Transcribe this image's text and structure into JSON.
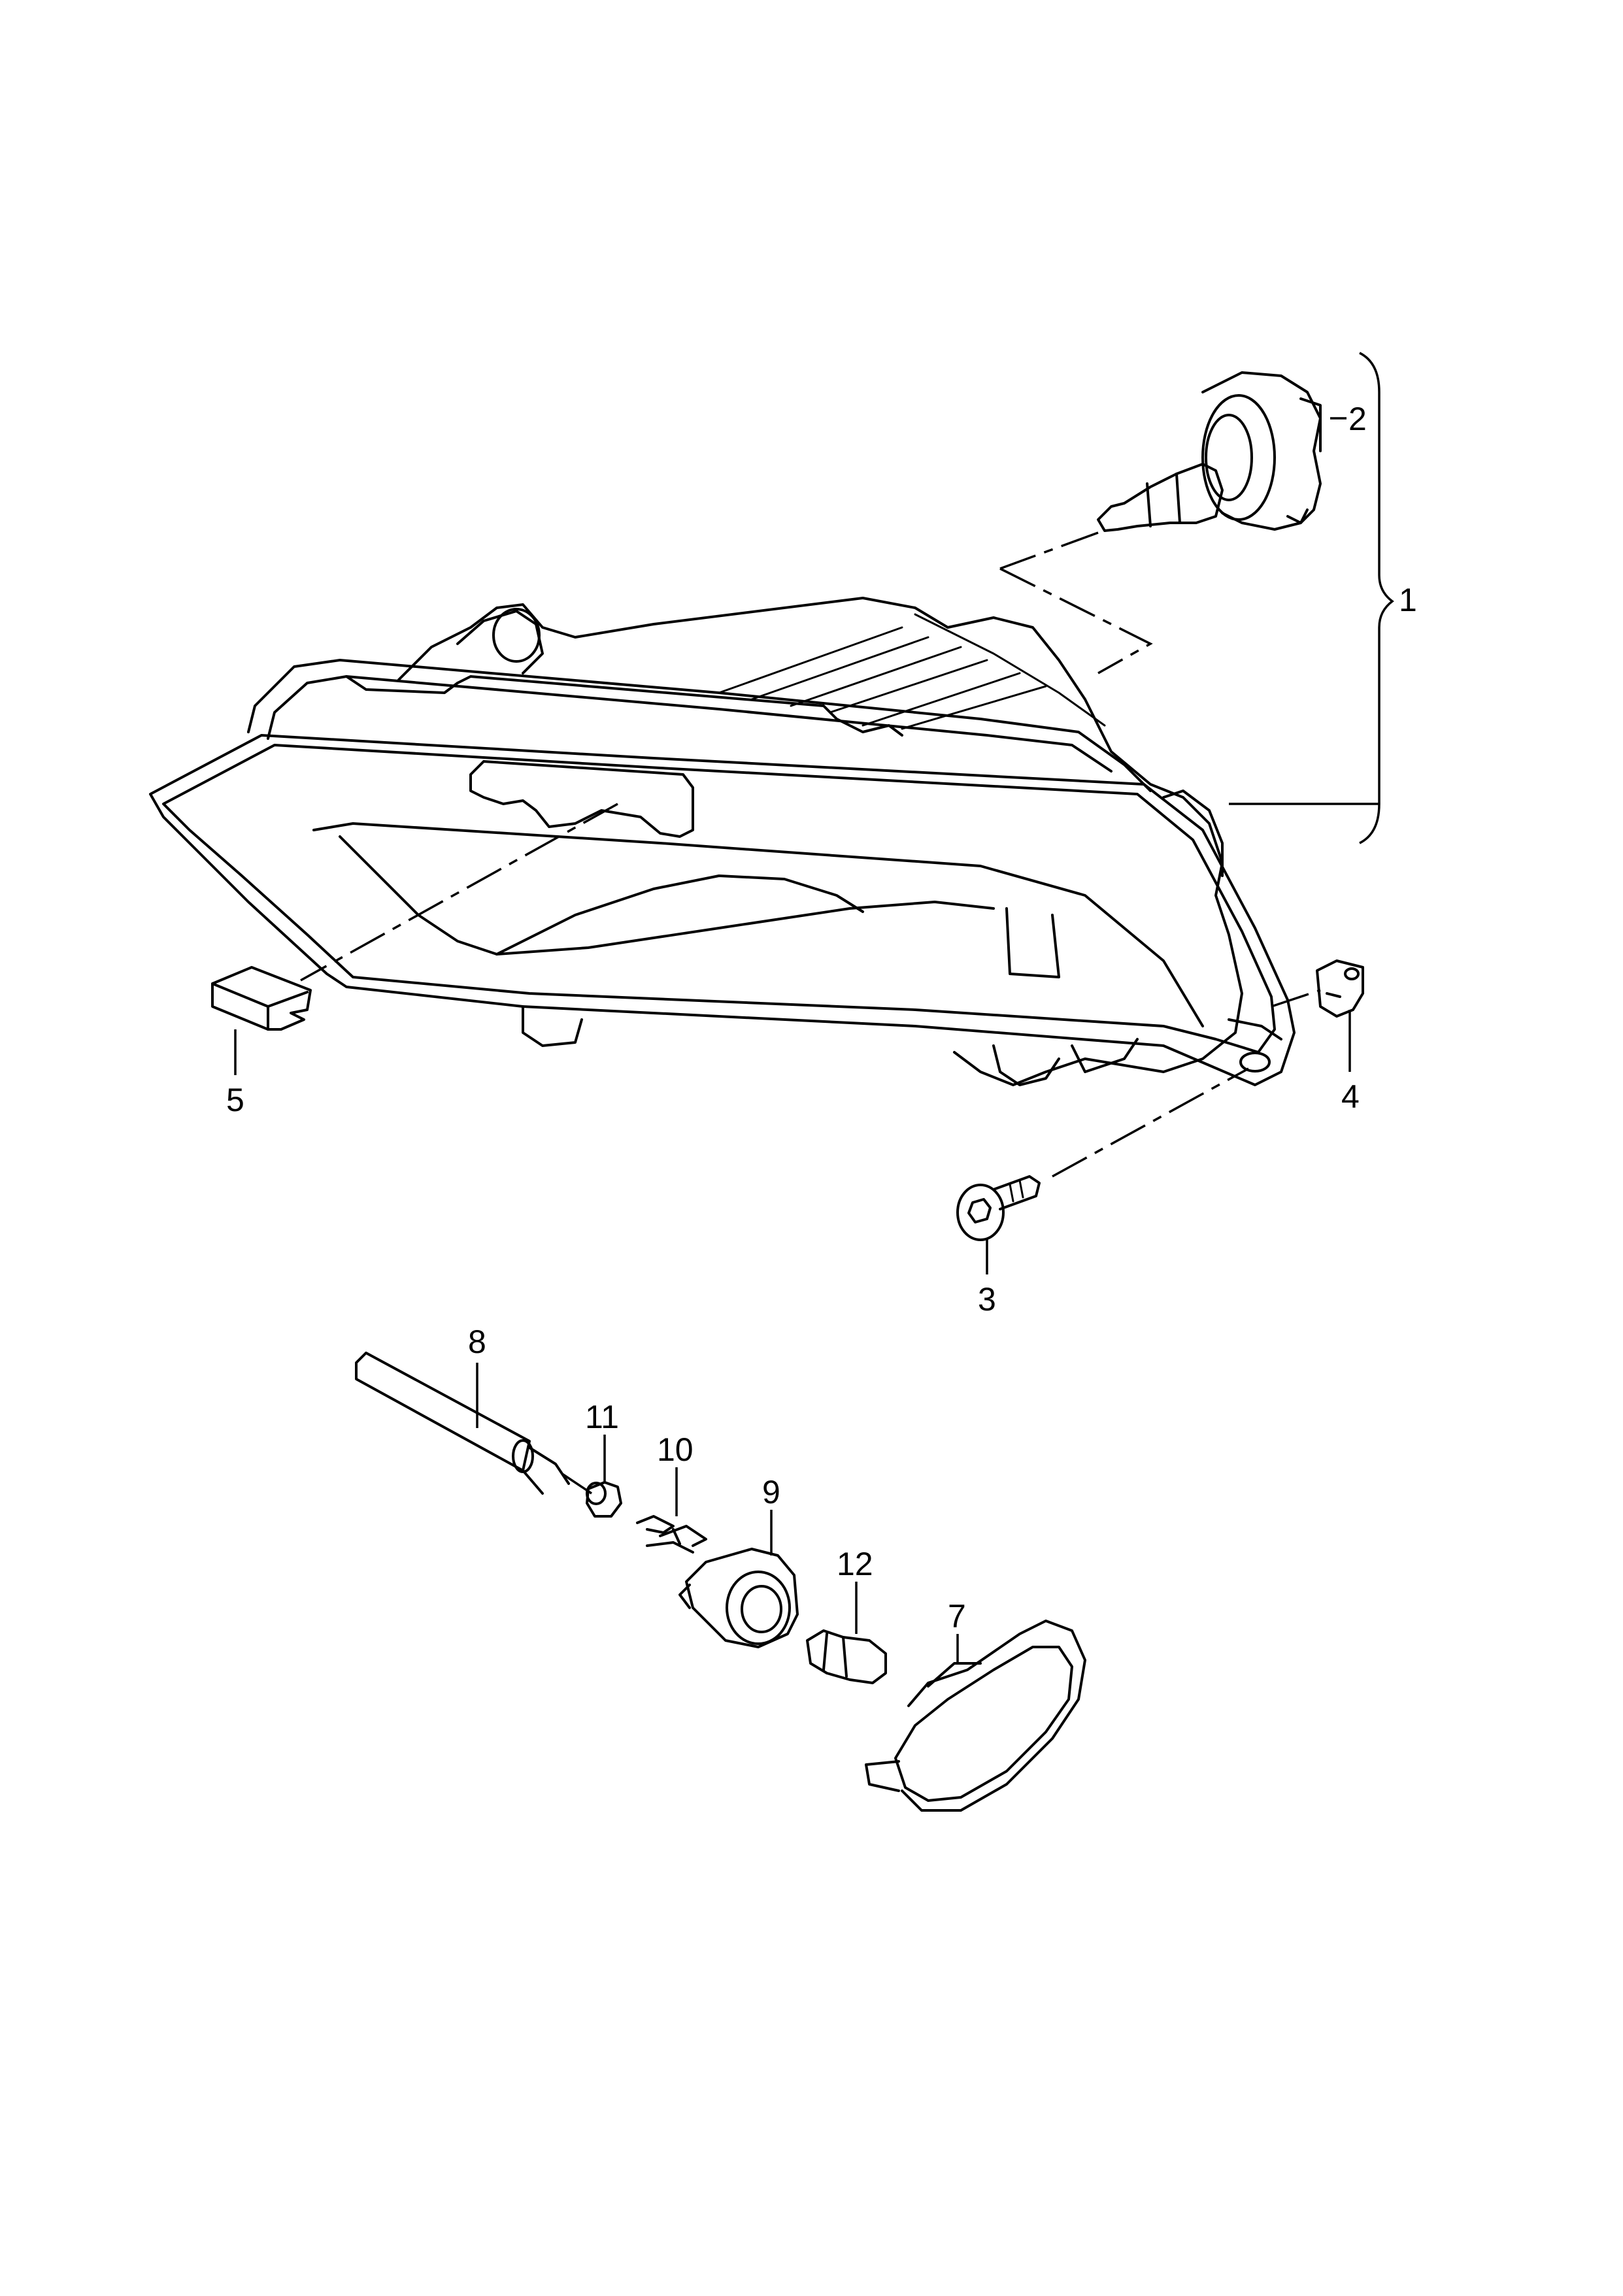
{
  "callouts": {
    "c1": "1",
    "c2": "2",
    "c3": "3",
    "c4": "4",
    "c5": "5",
    "c7": "7",
    "c8": "8",
    "c9": "9",
    "c10": "10",
    "c11": "11",
    "c12": "12"
  }
}
